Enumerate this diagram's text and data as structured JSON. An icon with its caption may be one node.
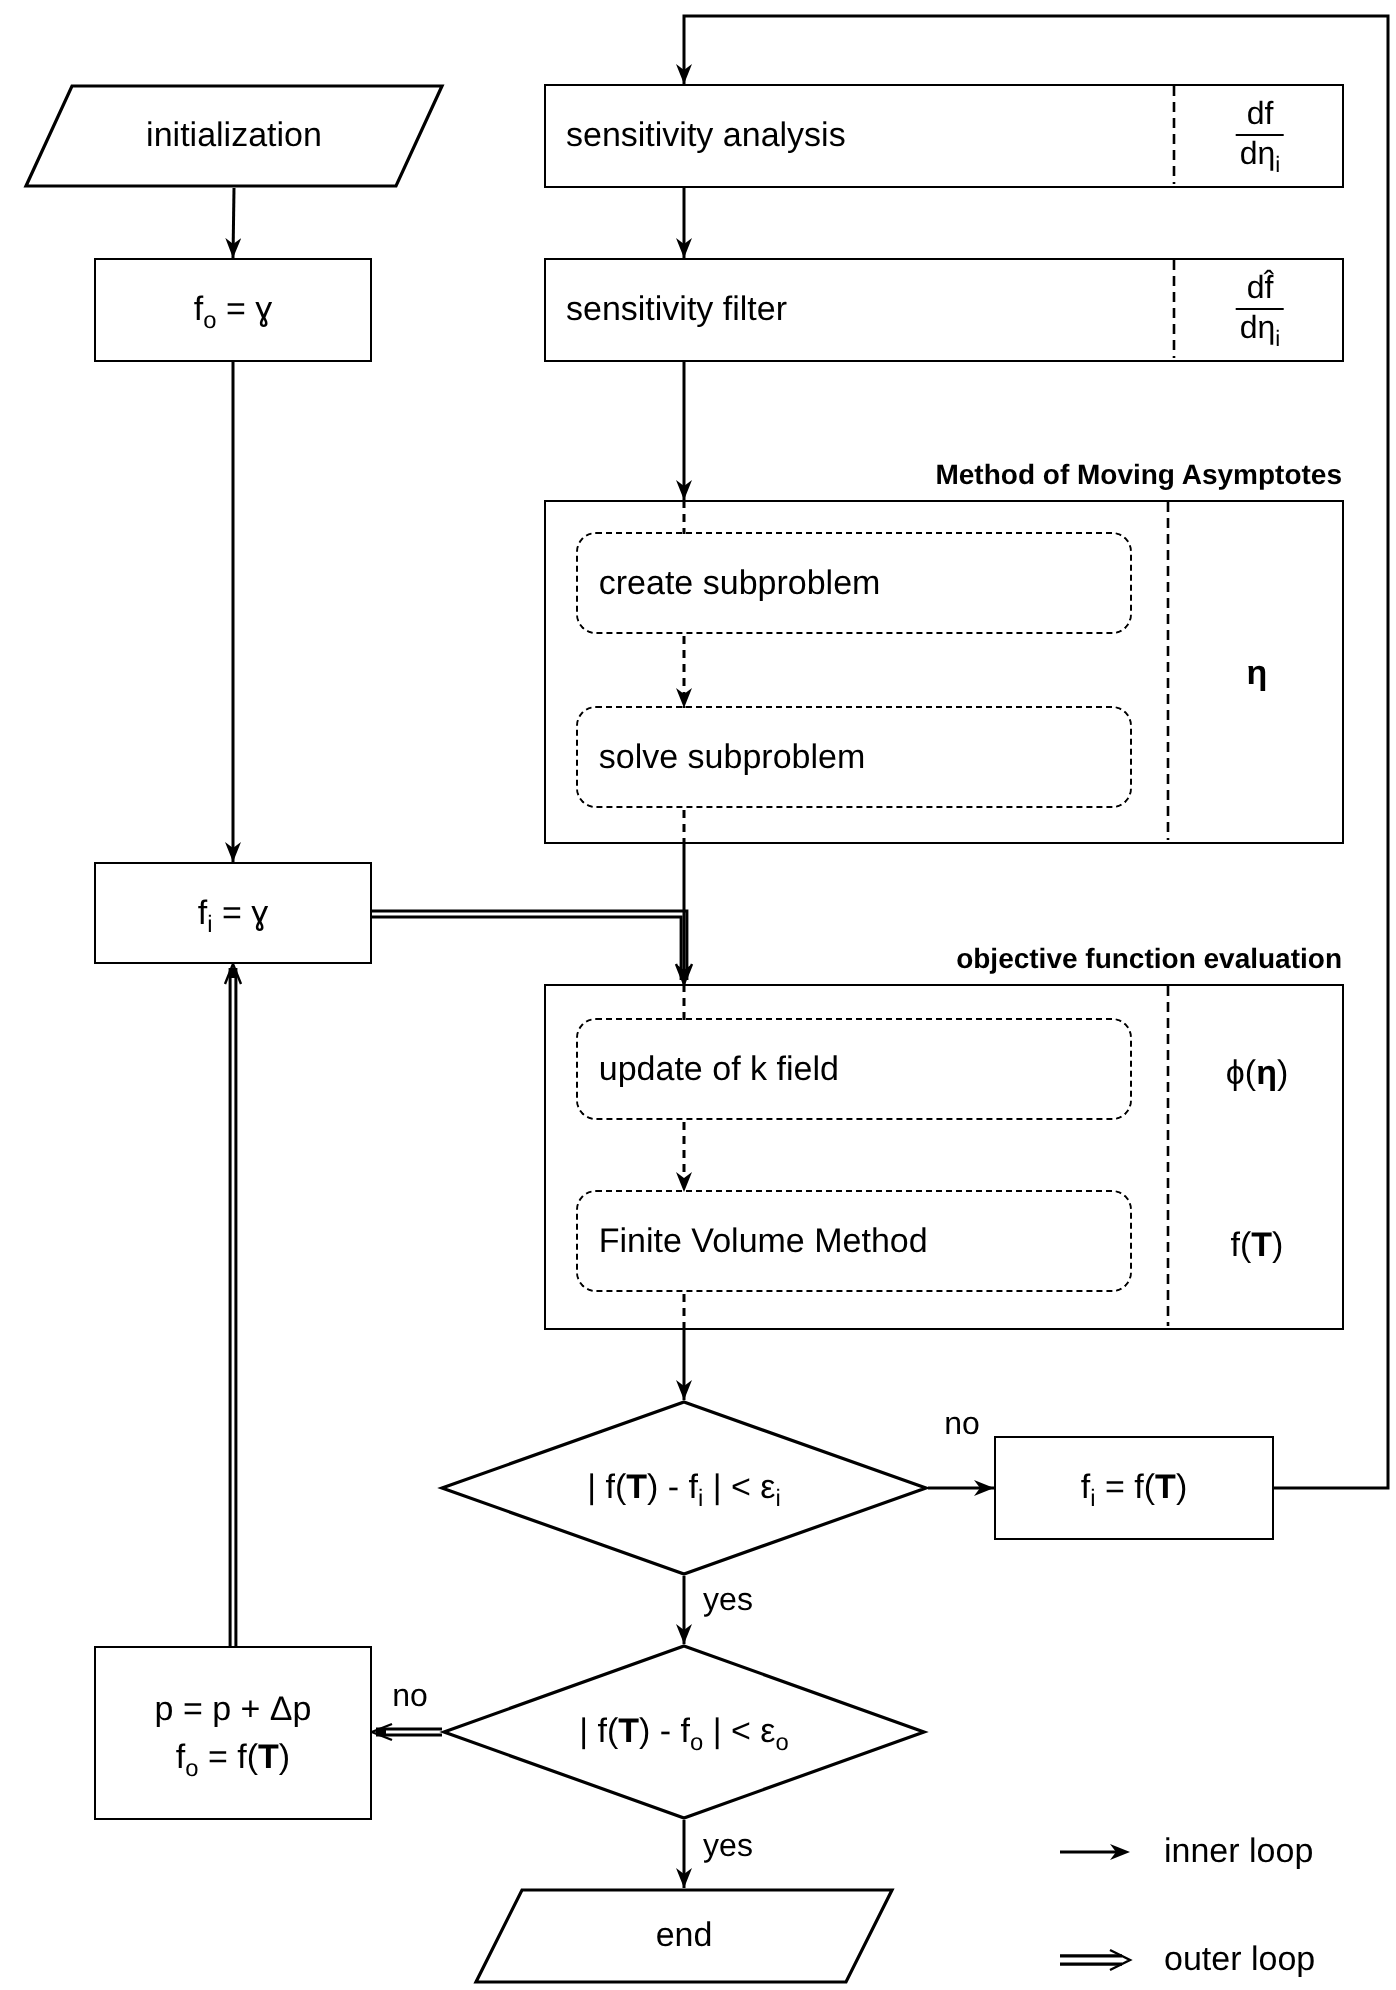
{
  "diagram": {
    "nodes": [
      {
        "text": [
          "initialization"
        ]
      },
      {
        "text": [
          "f$_{o}$ = ɣ"
        ]
      },
      {
        "text": [
          "sensitivity analysis",
          "df",
          "dη$_{i}$"
        ]
      },
      {
        "text": [
          "sensitivity filter",
          "df̂",
          "dη$_{i}$"
        ]
      },
      {
        "text": [
          "Method of Moving Asymptotes",
          "η"
        ]
      },
      {
        "text": [
          "create subproblem"
        ],
        "in": 4
      },
      {
        "text": [
          "solve subproblem"
        ],
        "in": 4
      },
      {
        "text": [
          "f$_{i}$ = ɣ"
        ]
      },
      {
        "text": [
          "objective function evaluation",
          "ϕ(**η**)",
          "f(**T**)"
        ]
      },
      {
        "text": [
          "update of k field"
        ],
        "in": 8
      },
      {
        "text": [
          "Finite Volume Method"
        ],
        "in": 8
      },
      {
        "text": [
          "| f(**T**) - f$_{i}$ | < ε$_{i}$"
        ]
      },
      {
        "text": [
          "f$_{i}$ = f(**T**)"
        ]
      },
      {
        "text": [
          "| f(**T**) - f$_{o}$ | < ε$_{o}$"
        ]
      },
      {
        "text": [
          "p = p + Δp",
          "f$_{o}$ = f(**T**)"
        ]
      },
      {
        "text": [
          "end"
        ]
      }
    ],
    "edges": [
      {
        "from": 0,
        "to": 1,
        "arrow": "to"
      },
      {
        "from": 1,
        "to": 7,
        "arrow": "to"
      },
      {
        "from": 7,
        "to": 8,
        "arrow": "to",
        "style": "thick"
      },
      {
        "from": 2,
        "to": 3,
        "arrow": "to"
      },
      {
        "from": 3,
        "to": 4,
        "arrow": "to"
      },
      {
        "from": 4,
        "to": 5,
        "arrow": "none",
        "style": "dashed"
      },
      {
        "from": 5,
        "to": 6,
        "arrow": "to",
        "style": "dashed"
      },
      {
        "from": 6,
        "to": 4,
        "arrow": "none",
        "style": "dashed"
      },
      {
        "from": 4,
        "to": 8,
        "arrow": "to"
      },
      {
        "from": 8,
        "to": 9,
        "arrow": "none",
        "style": "dashed"
      },
      {
        "from": 9,
        "to": 10,
        "arrow": "to",
        "style": "dashed"
      },
      {
        "from": 10,
        "to": 8,
        "arrow": "none",
        "style": "dashed"
      },
      {
        "from": 8,
        "to": 11,
        "arrow": "to"
      },
      {
        "from": 11,
        "to": 12,
        "arrow": "to",
        "label": "no"
      },
      {
        "from": 12,
        "to": 2,
        "arrow": "to"
      },
      {
        "from": 11,
        "to": 13,
        "arrow": "to",
        "label": "yes"
      },
      {
        "from": 13,
        "to": 14,
        "arrow": "to",
        "label": "no",
        "style": "thick"
      },
      {
        "from": 14,
        "to": 7,
        "arrow": "to",
        "style": "thick"
      },
      {
        "from": 13,
        "to": 15,
        "arrow": "to",
        "label": "yes"
      }
    ],
    "legend": [
      {
        "text": "inner loop"
      },
      {
        "text": "outer loop"
      }
    ]
  }
}
